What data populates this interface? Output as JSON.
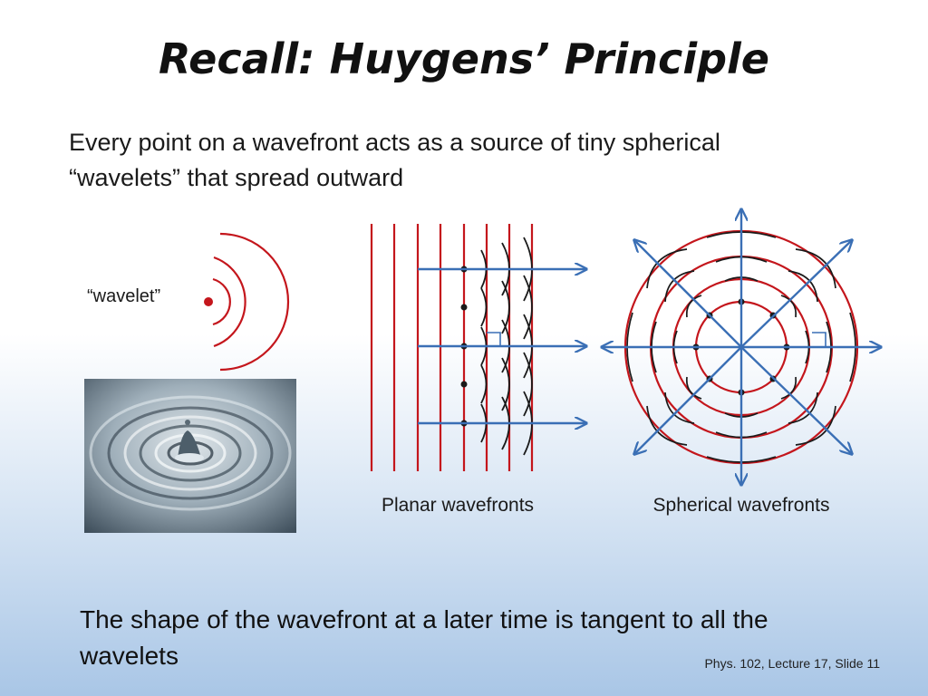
{
  "slide": {
    "title": "Recall: Huygens’ Principle",
    "subtitle_line1": "Every point on a wavefront acts as a source of tiny spherical",
    "subtitle_line2": "“wavelets” that spread outward",
    "wavelet_label": "“wavelet”",
    "planar_caption": "Planar wavefronts",
    "spherical_caption": "Spherical wavefronts",
    "bottom_line1": "The shape of the wavefront at a later time is tangent to all the",
    "bottom_line2": "wavelets",
    "slide_ref": "Phys. 102, Lecture 17, Slide 11"
  },
  "colors": {
    "wavefront": "#c4161c",
    "wavelet_arc": "#1a1a1a",
    "arrow": "#3a6fb5",
    "dot": "#c4161c"
  }
}
